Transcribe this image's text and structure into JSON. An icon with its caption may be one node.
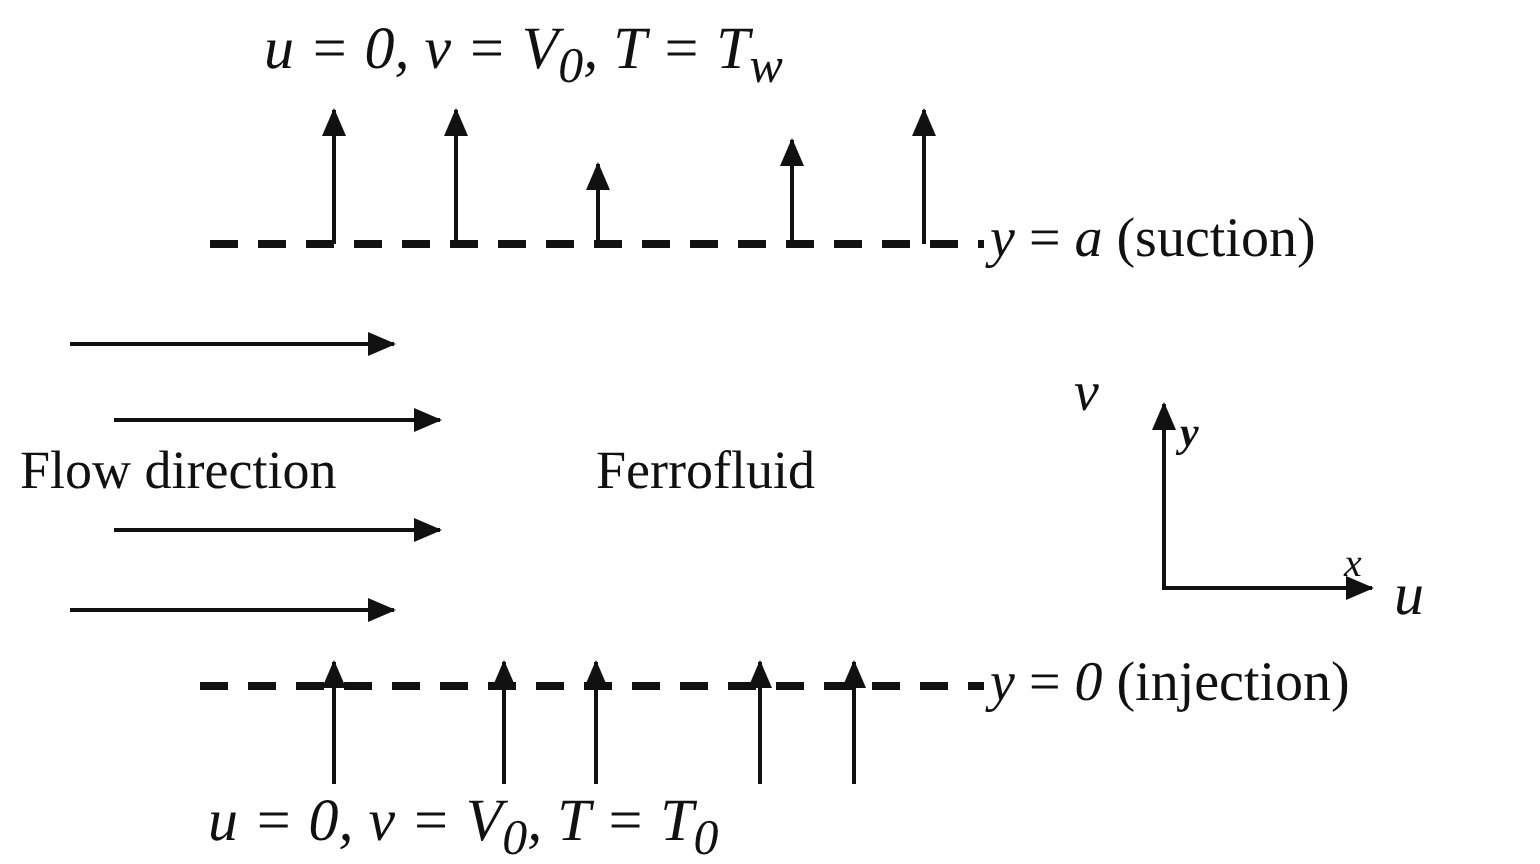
{
  "diagram": {
    "labels": [
      "*u* = *0*, *v* = *V*$_{0}$, *T* = *T*$_{w}$",
      "*y* = *a* (suction)",
      "Flow direction",
      "Ferrofluid",
      "v",
      "y",
      "x",
      "u",
      "*y* = *0* (injection)",
      "*u* = *0*, *v* = *V*$_{0}$, *T* = *T*$_{0}$"
    ]
  }
}
